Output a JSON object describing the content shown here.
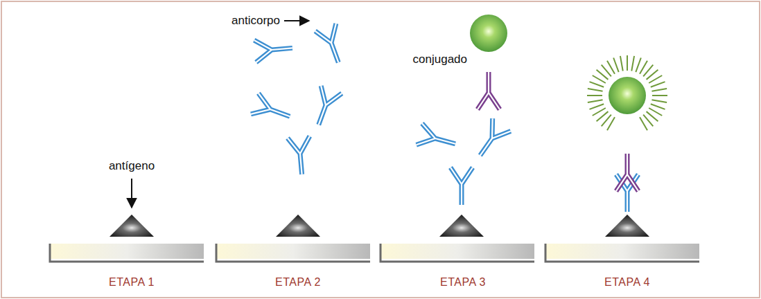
{
  "diagram": {
    "labels": [
      "anticorpo",
      "antígeno",
      "conjugado",
      "ETAPA 1",
      "ETAPA 2",
      "ETAPA 3",
      "ETAPA 4"
    ]
  }
}
